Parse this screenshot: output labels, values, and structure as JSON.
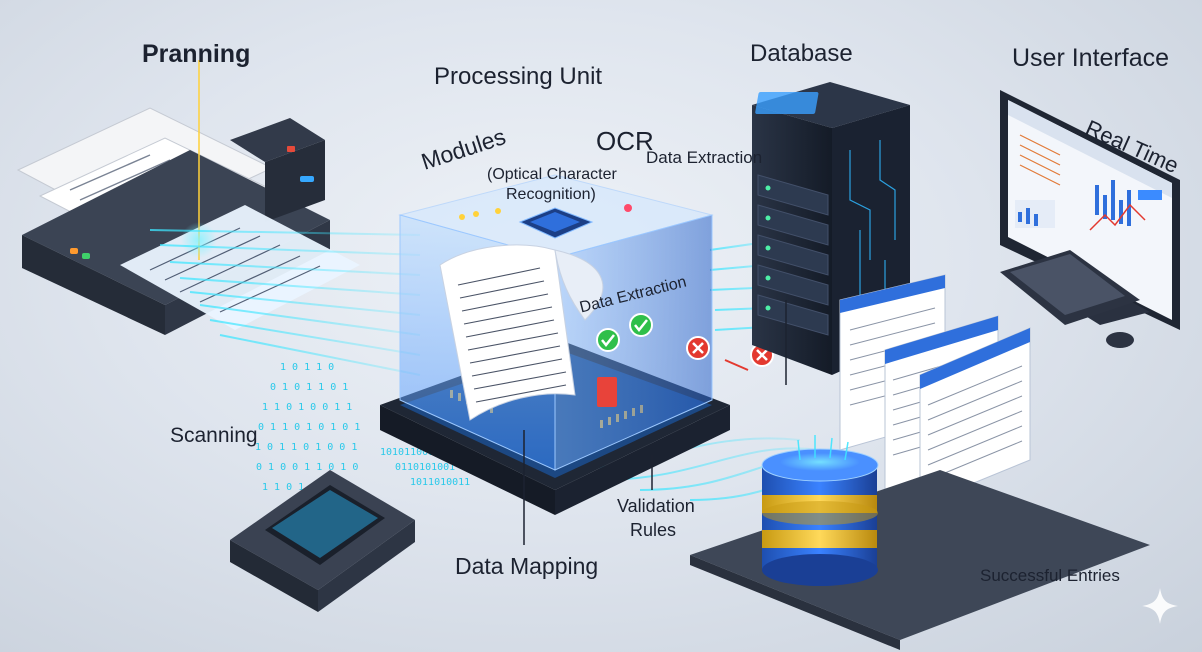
{
  "labels": {
    "pranning": "Pranning",
    "processing_unit": "Processing Unit",
    "database": "Database",
    "user_interface": "User Interface",
    "real_time": "Real Time",
    "modules": "Modules",
    "ocr": "OCR",
    "ocr_full": "(Optical Character",
    "ocr_full2": "Recognition)",
    "data_extraction_top": "Data Extraction",
    "data_extraction_mid": "Data Extraction",
    "scanning": "Scanning",
    "validation_rules_1": "Validation",
    "validation_rules_2": "Rules",
    "data_mapping": "Data Mapping",
    "successful_entries": "Successful Entries"
  },
  "colors": {
    "stream": "#3ee6ff",
    "cube_glass": "#8fc3ff",
    "db_gold": "#f1c232",
    "db_blue": "#2f6fdc",
    "server_dark": "#1f2838",
    "error_red": "#e3392f",
    "ok_green": "#2fbf4a"
  },
  "icons": {
    "check": "check-circle-icon",
    "cross": "cross-circle-icon",
    "sparkle": "sparkle-icon"
  }
}
